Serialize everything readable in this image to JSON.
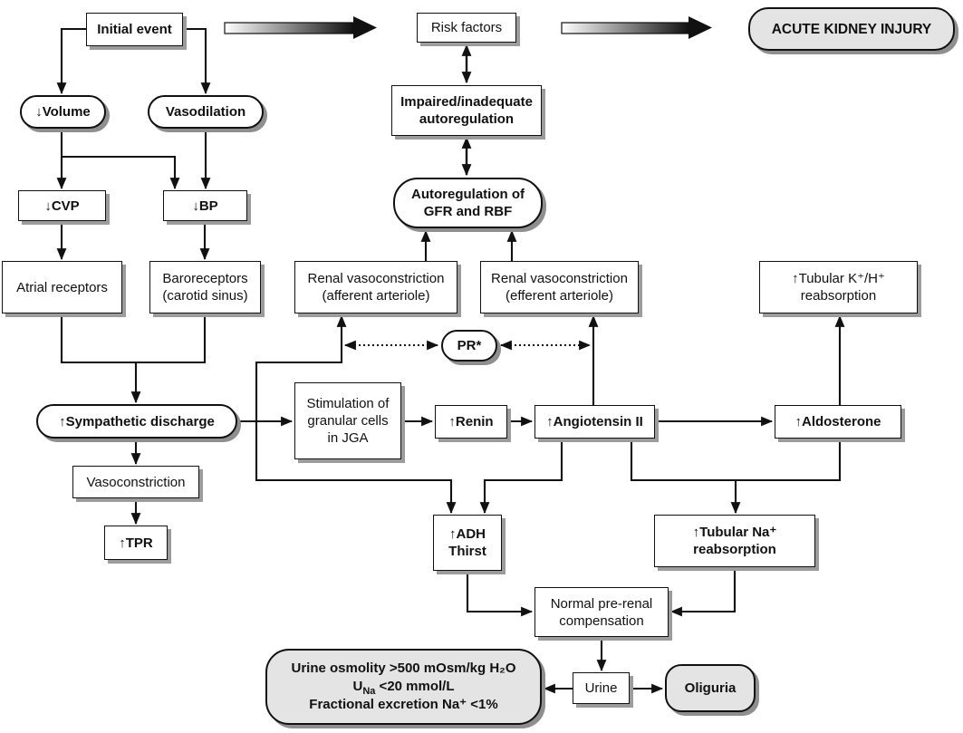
{
  "diagram": {
    "title": "Pre-renal compensation flowchart",
    "colors": {
      "background": "#ffffff",
      "line": "#111111",
      "box_fill": "#ffffff",
      "gray_fill": "#e4e4e4",
      "shadow": "#9c9c9c"
    },
    "nodes": {
      "initial_event": {
        "label": "Initial event"
      },
      "risk_factors": {
        "label": "Risk factors"
      },
      "acute_kidney_injury": {
        "label": "ACUTE KIDNEY INJURY"
      },
      "volume": {
        "label": "↓Volume"
      },
      "vasodilation": {
        "label": "Vasodilation"
      },
      "cvp": {
        "label": "↓CVP"
      },
      "bp": {
        "label": "↓BP"
      },
      "atrial_receptors": {
        "label": "Atrial receptors"
      },
      "baroreceptors": {
        "lines": [
          "Baroreceptors",
          "(carotid sinus)"
        ]
      },
      "impaired_autoregulation": {
        "lines": [
          "Impaired/inadequate",
          "autoregulation"
        ]
      },
      "autoregulation_gfr_rbf": {
        "lines": [
          "Autoregulation of",
          "GFR and RBF"
        ]
      },
      "renal_vasoconstriction_afferent": {
        "lines": [
          "Renal vasoconstriction",
          "(afferent arteriole)"
        ]
      },
      "renal_vasoconstriction_efferent": {
        "lines": [
          "Renal vasoconstriction",
          "(efferent arteriole)"
        ]
      },
      "tubular_kh_reabsorption": {
        "lines": [
          "↑Tubular K⁺/H⁺",
          "reabsorption"
        ]
      },
      "pr": {
        "label": "PR*"
      },
      "sympathetic_discharge": {
        "label": "↑Sympathetic discharge"
      },
      "jga": {
        "lines": [
          "Stimulation of",
          "granular cells",
          "in JGA"
        ]
      },
      "renin": {
        "label": "↑Renin"
      },
      "angiotensin_ii": {
        "label": "↑Angiotensin II"
      },
      "aldosterone": {
        "label": "↑Aldosterone"
      },
      "vasoconstriction": {
        "label": "Vasoconstriction"
      },
      "tpr": {
        "label": "↑TPR"
      },
      "adh_thirst": {
        "lines": [
          "↑ADH",
          "Thirst"
        ]
      },
      "tubular_na_reabsorption": {
        "lines": [
          "↑Tubular Na⁺",
          "reabsorption"
        ]
      },
      "compensation": {
        "lines": [
          "Normal pre-renal",
          "compensation"
        ]
      },
      "urine_criteria": {
        "line1": "Urine osmolity >500 mOsm/kg H₂O",
        "line2_prefix": "U",
        "line2_sub": "Na",
        "line2_rest": " <20 mmol/L",
        "line3": "Fractional excretion Na⁺ <1%"
      },
      "urine": {
        "label": "Urine"
      },
      "oliguria": {
        "label": "Oliguria"
      }
    }
  }
}
